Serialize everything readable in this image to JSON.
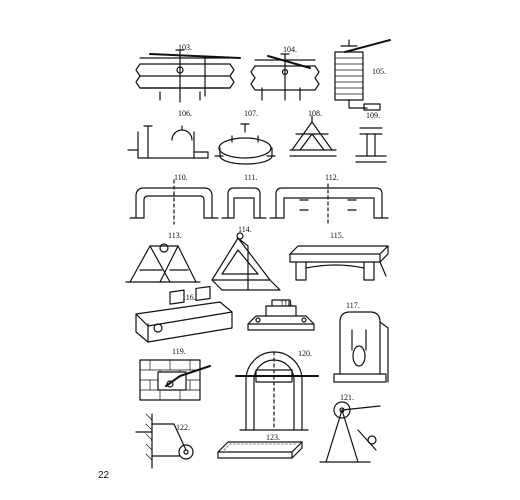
{
  "page": {
    "page_number": "22"
  },
  "figures": [
    {
      "id": "fig-103",
      "label": "103."
    },
    {
      "id": "fig-104",
      "label": "104."
    },
    {
      "id": "fig-105",
      "label": "105."
    },
    {
      "id": "fig-106",
      "label": "106."
    },
    {
      "id": "fig-107",
      "label": "107."
    },
    {
      "id": "fig-108",
      "label": "108."
    },
    {
      "id": "fig-109",
      "label": "109."
    },
    {
      "id": "fig-110",
      "label": "110."
    },
    {
      "id": "fig-111",
      "label": "111."
    },
    {
      "id": "fig-112",
      "label": "112."
    },
    {
      "id": "fig-113",
      "label": "113."
    },
    {
      "id": "fig-114",
      "label": "114."
    },
    {
      "id": "fig-115",
      "label": "115."
    },
    {
      "id": "fig-116",
      "label": "116."
    },
    {
      "id": "fig-118",
      "label": "118."
    },
    {
      "id": "fig-117",
      "label": "117."
    },
    {
      "id": "fig-119",
      "label": "119."
    },
    {
      "id": "fig-120",
      "label": "120."
    },
    {
      "id": "fig-121",
      "label": "121."
    },
    {
      "id": "fig-122",
      "label": "122."
    },
    {
      "id": "fig-123",
      "label": "123."
    }
  ],
  "colors": {
    "ink": "#111111",
    "paper": "#ffffff"
  }
}
